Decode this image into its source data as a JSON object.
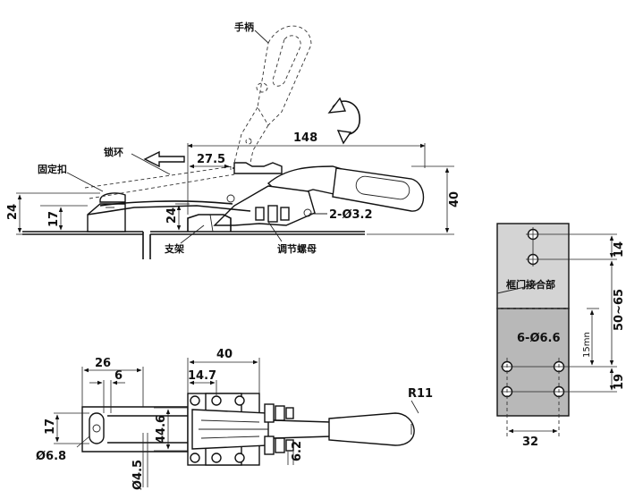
{
  "side_view": {
    "labels": {
      "handle": "手柄",
      "lock_ring": "锁环",
      "fixed_catch": "固定扣",
      "bracket": "支架",
      "adjust_nut": "调节螺母"
    },
    "dims": {
      "d148": "148",
      "d27_5": "27.5",
      "d40": "40",
      "d24_left": "24",
      "d17": "17",
      "d24_mid": "24",
      "holes": "2-Ø3.2"
    }
  },
  "top_view": {
    "dims": {
      "d40": "40",
      "d26": "26",
      "d6": "6",
      "d14_7": "14.7",
      "d17": "17",
      "d44_6": "44.6",
      "d4_5": "Ø4.5",
      "d6_2": "6.2",
      "r11": "R11",
      "d6_8": "Ø6.8"
    }
  },
  "frame_view": {
    "label": "框门接合部",
    "dims": {
      "d14": "14",
      "d50_65": "50~65",
      "d15mn": "15mn",
      "holes": "6-Ø6.6",
      "d19": "19",
      "d32": "32"
    }
  }
}
